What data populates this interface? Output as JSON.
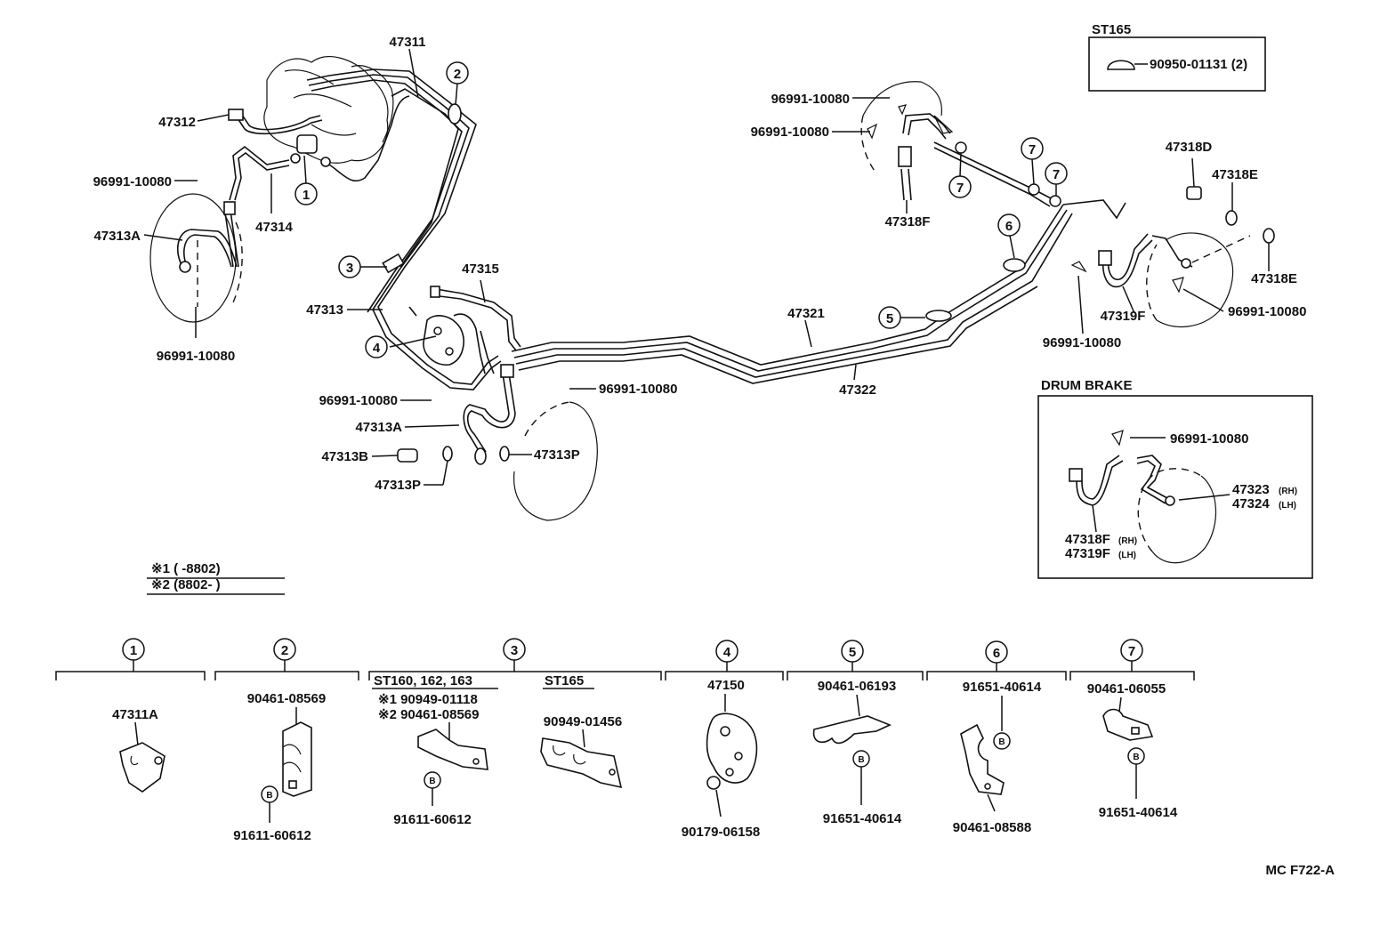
{
  "labels": {
    "p47311": "47311",
    "p47312": "47312",
    "clip_fl": "96991-10080",
    "p47314": "47314",
    "p47313A_fl": "47313A",
    "clip_fl_bottom": "96991-10080",
    "p47313": "47313",
    "p47315": "47315",
    "clip_mid_left": "96991-10080",
    "clip_mid_right": "96991-10080",
    "p47313A_fr": "47313A",
    "p47313B": "47313B",
    "p47313P_left": "47313P",
    "p47313P_right": "47313P",
    "p47321": "47321",
    "p47322": "47322",
    "clip_rr_top1": "96991-10080",
    "clip_rr_top2": "96991-10080",
    "p47318F_top": "47318F",
    "p47318D": "47318D",
    "p47318E_top": "47318E",
    "p47318E_bottom": "47318E",
    "clip_rl_low": "96991-10080",
    "p47319F": "47319F",
    "clip_rl_right": "96991-10080",
    "st165_title": "ST165",
    "st165_part": "90950-01131 (2)",
    "drum_title": "DRUM BRAKE",
    "drum_clip": "96991-10080",
    "p47323": "47323",
    "p47323_suffix": "(RH)",
    "p47324": "47324",
    "p47324_suffix": "(LH)",
    "p47318F_rh": "47318F",
    "p47318F_rh_suffix": "(RH)",
    "p47319F_lh": "47319F",
    "p47319F_lh_suffix": "(LH)",
    "note1": "※1 (          -8802)",
    "note2": "※2 (8802-          )",
    "ref_code": "MC F722-A"
  },
  "callouts": [
    "1",
    "2",
    "3",
    "4",
    "5",
    "6",
    "7",
    "7",
    "7"
  ],
  "bottom": {
    "c1": {
      "num": "1",
      "part": "47311A"
    },
    "c2": {
      "num": "2",
      "part_top": "90461-08569",
      "part_bottom": "91611-60612"
    },
    "c3": {
      "num": "3",
      "group_a": "ST160, 162, 163",
      "group_b": "ST165",
      "note1": "※1 90949-01118",
      "note2": "※2 90461-08569",
      "part_b": "90949-01456",
      "part_bottom": "91611-60612"
    },
    "c4": {
      "num": "4",
      "part_top": "47150",
      "part_bottom": "90179-06158"
    },
    "c5": {
      "num": "5",
      "part_top": "90461-06193",
      "part_bottom": "91651-40614"
    },
    "c6": {
      "num": "6",
      "part_top": "91651-40614",
      "part_bottom": "90461-08588"
    },
    "c7": {
      "num": "7",
      "part_top": "90461-06055",
      "part_bottom": "91651-40614"
    },
    "bolt_letter": "B"
  }
}
